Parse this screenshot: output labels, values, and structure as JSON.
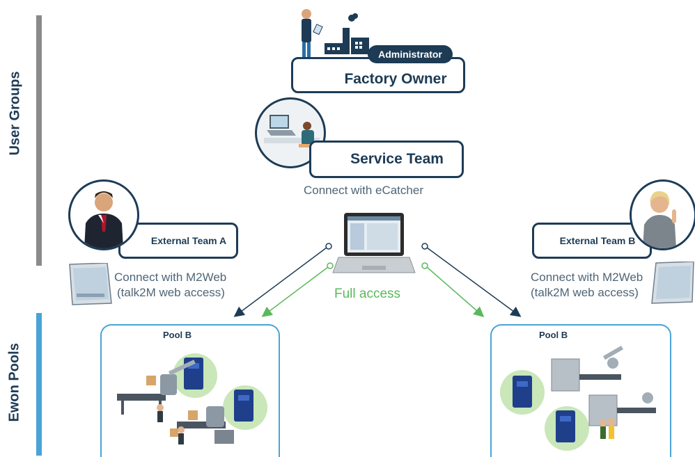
{
  "side_labels": {
    "user_groups": "User Groups",
    "ewon_pools": "Ewon Pools"
  },
  "factory_owner": {
    "badge": "Administrator",
    "title": "Factory Owner"
  },
  "service_team": {
    "title": "Service Team",
    "caption": "Connect with eCatcher"
  },
  "external_a": {
    "title": "External Team A",
    "caption_line1": "Connect with M2Web",
    "caption_line2": "(talk2M web access)"
  },
  "external_b": {
    "title": "External Team B",
    "caption_line1": "Connect with M2Web",
    "caption_line2": "(talk2M web access)"
  },
  "full_access": "Full access",
  "pools": [
    {
      "title": "Pool B"
    },
    {
      "title": "Pool B"
    }
  ],
  "colors": {
    "navy": "#1d3b55",
    "green": "#5bb85c",
    "blue_bar": "#4aa3d6",
    "gray_bar": "#8a8a8a",
    "device_blue": "#1f3f8a"
  },
  "icons": [
    "businessman-icon",
    "factory-icon",
    "laptop-icon",
    "worker-icon",
    "tablet-icon",
    "ewon-device-icon",
    "robot-arm-icon"
  ]
}
